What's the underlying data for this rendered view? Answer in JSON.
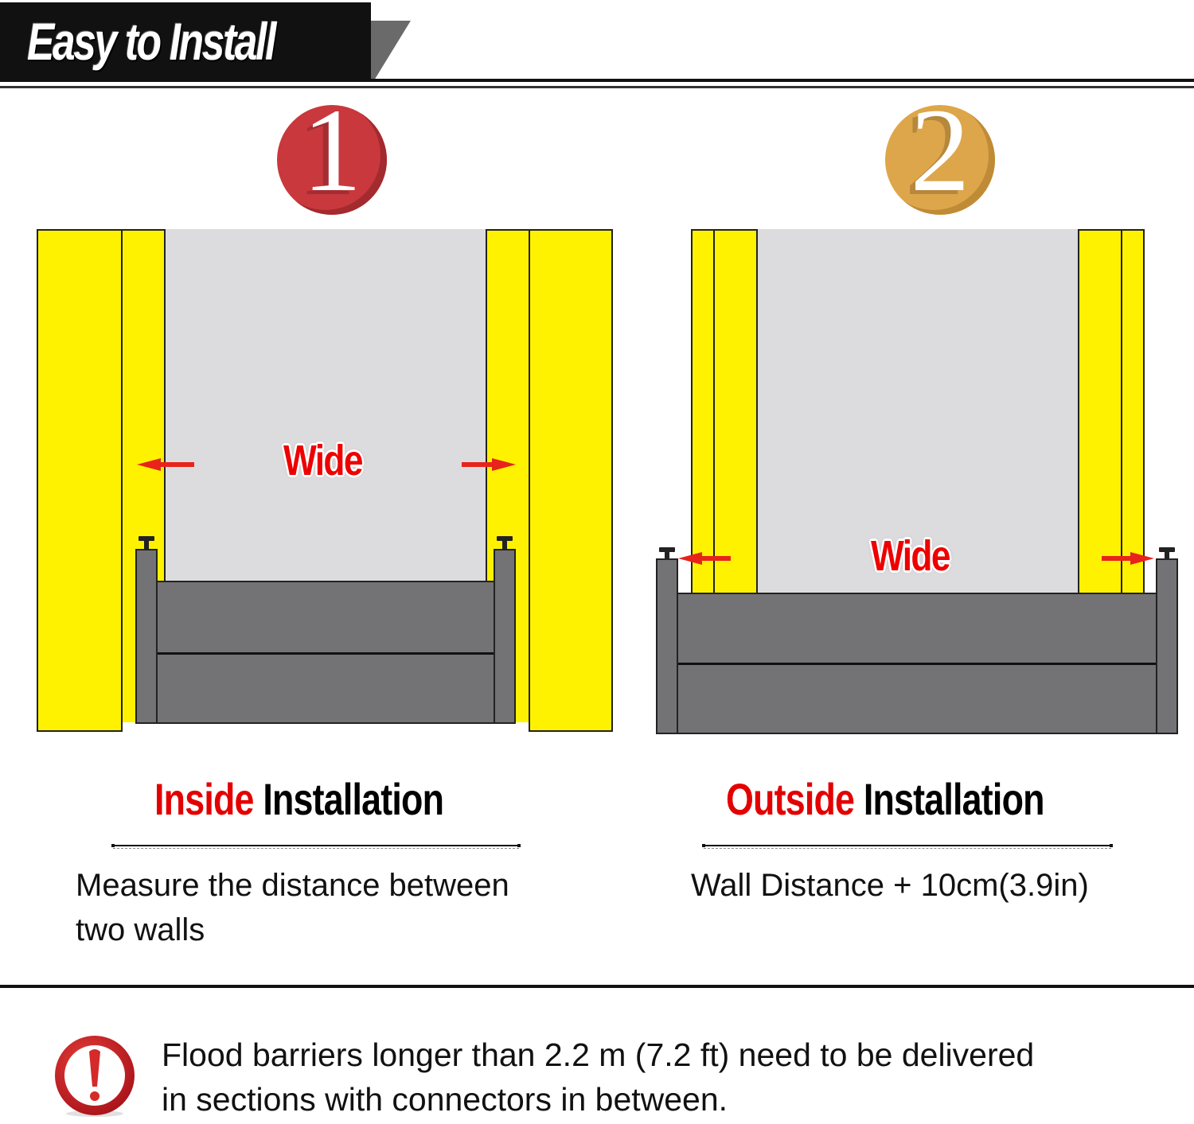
{
  "header": {
    "title": "Easy to Install"
  },
  "steps": [
    {
      "number": "1",
      "badge_color": "#c8383d",
      "diagram_label": "Wide",
      "caption_highlight": "Inside",
      "caption_rest": "Installation",
      "description_line1": "Measure the distance between",
      "description_line2": "two walls"
    },
    {
      "number": "2",
      "badge_color": "#dea64a",
      "diagram_label": "Wide",
      "caption_highlight": "Outside",
      "caption_rest": "Installation",
      "description_line1": "Wall Distance + 10cm(3.9in)",
      "description_line2": ""
    }
  ],
  "colors": {
    "wall_yellow": "#fff200",
    "opening_grey": "#dcdbdd",
    "barrier_grey": "#737274",
    "accent_red": "#e30000",
    "outline": "#222222"
  },
  "notice": {
    "icon": "warning-exclamation-icon",
    "line1": "Flood barriers longer than 2.2 m (7.2 ft) need to be delivered",
    "line2": "in sections with connectors in between."
  }
}
